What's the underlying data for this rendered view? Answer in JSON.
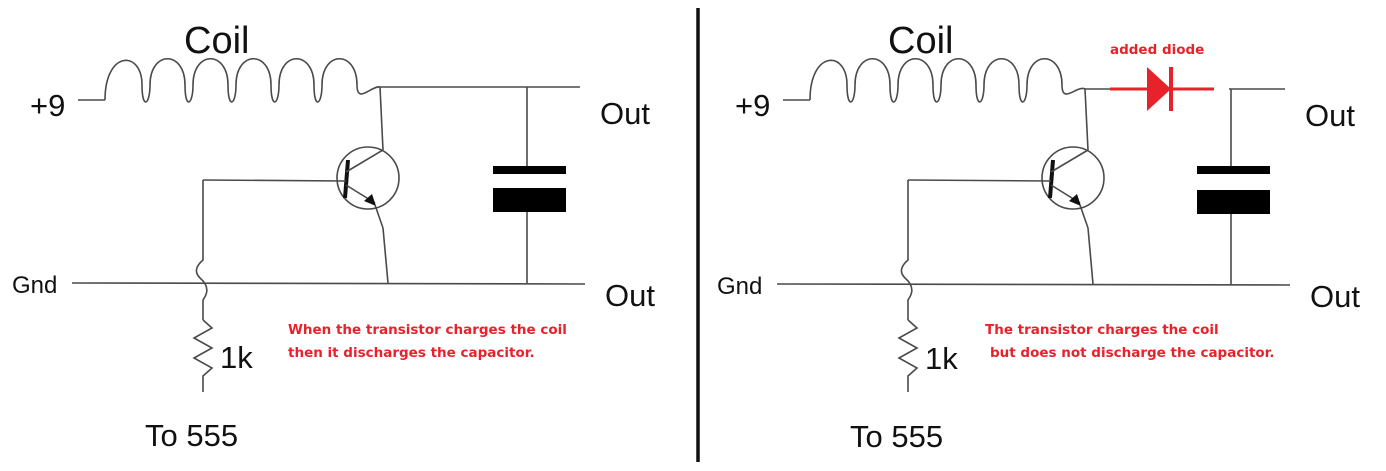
{
  "left": {
    "coil_label": "Coil",
    "supply_label": "+9",
    "gnd_label": "Gnd",
    "out_top_label": "Out",
    "out_bottom_label": "Out",
    "resistor_label": "1k",
    "to555_label": "To 555",
    "note_line1": "When the transistor charges the coil",
    "note_line2": "then it discharges the capacitor."
  },
  "right": {
    "coil_label": "Coil",
    "supply_label": "+9",
    "gnd_label": "Gnd",
    "out_top_label": "Out",
    "out_bottom_label": "Out",
    "resistor_label": "1k",
    "to555_label": "To 555",
    "diode_label": "added diode",
    "note_line1": "The transistor charges the coil",
    "note_line2": "but does not discharge the capacitor."
  },
  "colors": {
    "annotation": "#e8222b",
    "wire": "#4a4a4a",
    "divider": "#111111"
  }
}
